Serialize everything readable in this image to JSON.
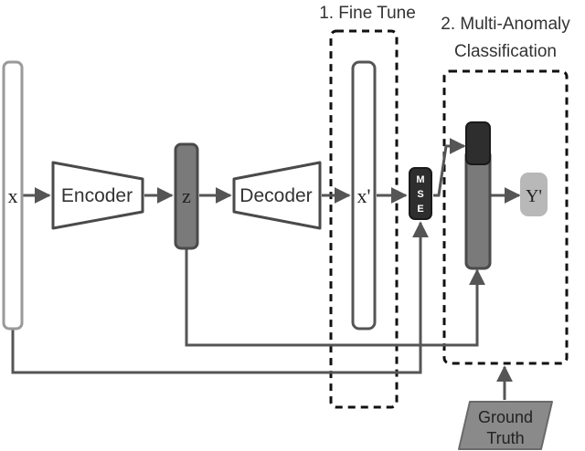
{
  "labels": {
    "fine_tune": "1. Fine Tune",
    "classification_line1": "2. Multi-Anomaly",
    "classification_line2": "Classification",
    "input": "x",
    "encoder": "Encoder",
    "latent": "z",
    "decoder": "Decoder",
    "reconstruction": "x'",
    "mse_m": "M",
    "mse_s": "S",
    "mse_e": "E",
    "output": "Y'",
    "ground_truth_line1": "Ground",
    "ground_truth_line2": "Truth"
  },
  "colors": {
    "outline_light": "#9a9a9a",
    "outline_dark": "#4a4a4a",
    "fill_mid": "#7a7a7a",
    "fill_dark": "#2e2e2e",
    "fill_light": "#b8b8b8",
    "arrow": "#555555",
    "dashed": "#111111"
  }
}
